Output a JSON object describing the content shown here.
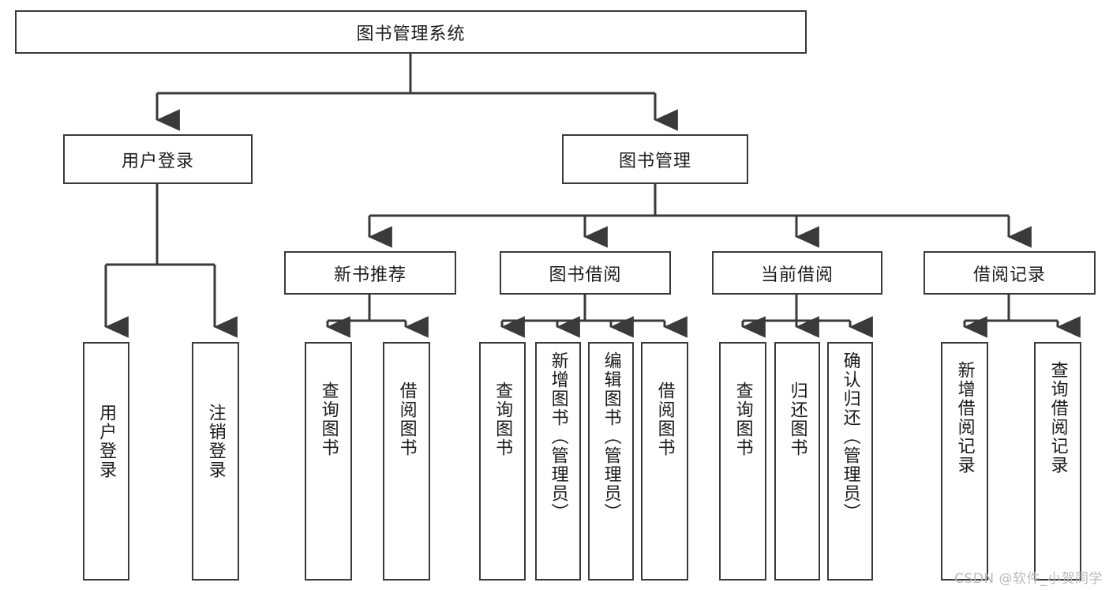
{
  "diagram": {
    "type": "tree-hierarchy",
    "title": "图书管理系统",
    "watermark": "CSDN @软件_小贺同学",
    "colors": {
      "stroke": "#3a3a3a",
      "background": "#ffffff",
      "text": "#1b1b1b",
      "watermark": "#b9b9b9"
    },
    "levels": {
      "root": {
        "label": "图书管理系统"
      },
      "level2": [
        {
          "label": "用户登录"
        },
        {
          "label": "图书管理"
        }
      ],
      "level3": [
        {
          "label": "新书推荐"
        },
        {
          "label": "图书借阅"
        },
        {
          "label": "当前借阅"
        },
        {
          "label": "借阅记录"
        }
      ]
    },
    "leaves": {
      "user_login": [
        {
          "label": "用户登录"
        },
        {
          "label": "注销登录"
        }
      ],
      "new_book_recommend": [
        {
          "label": "查询图书"
        },
        {
          "label": "借阅图书"
        }
      ],
      "book_borrow": [
        {
          "label": "查询图书"
        },
        {
          "label": "新增图书（管理员）"
        },
        {
          "label": "编辑图书（管理员）"
        },
        {
          "label": "借阅图书"
        }
      ],
      "current_borrow": [
        {
          "label": "查询图书"
        },
        {
          "label": "归还图书"
        },
        {
          "label": "确认归还（管理员）"
        }
      ],
      "borrow_record": [
        {
          "label": "新增借阅记录"
        },
        {
          "label": "查询借阅记录"
        }
      ]
    }
  }
}
